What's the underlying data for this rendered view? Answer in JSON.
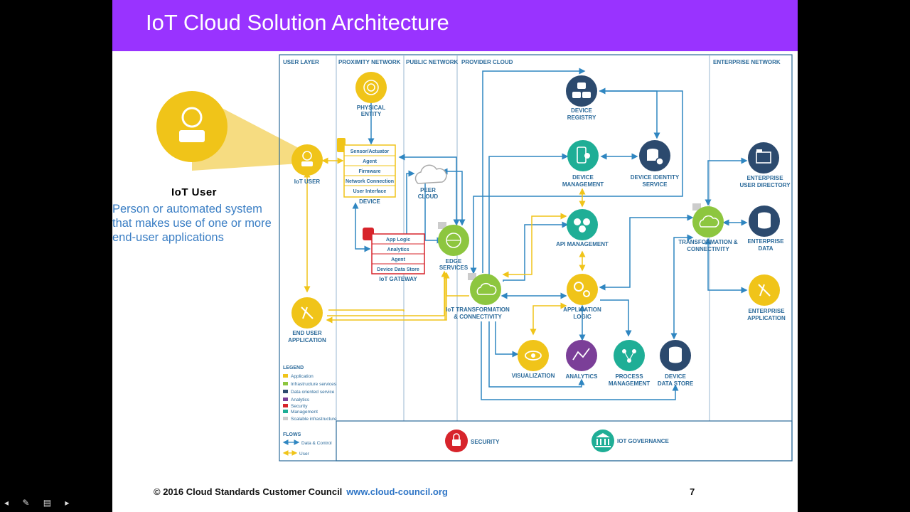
{
  "slide": {
    "title": "IoT Cloud Solution Architecture",
    "user_heading": "IoT User",
    "user_description": "Person or automated system that makes use of one or more end-user applications",
    "footer": "© 2016 Cloud Standards Customer Council",
    "footer_url": "www.cloud-council.org",
    "page_number": "7"
  },
  "columns": [
    "USER LAYER",
    "PROXIMITY NETWORK",
    "PUBLIC NETWORK",
    "PROVIDER CLOUD",
    "ENTERPRISE NETWORK"
  ],
  "device_box": {
    "items": [
      "Sensor/Actuator",
      "Agent",
      "Firmware",
      "Network Connection",
      "User Interface"
    ],
    "label": "DEVICE"
  },
  "gateway_box": {
    "items": [
      "App Logic",
      "Analytics",
      "Agent",
      "Device Data Store"
    ],
    "label": "IoT GATEWAY"
  },
  "nodes": {
    "physical_entity": [
      "PHYSICAL",
      "ENTITY"
    ],
    "iot_user": [
      "IoT USER"
    ],
    "peer_cloud": [
      "PEER",
      "CLOUD"
    ],
    "edge_services": [
      "EDGE",
      "SERVICES"
    ],
    "end_user_application": [
      "END USER",
      "APPLICATION"
    ],
    "device_registry": [
      "DEVICE",
      "REGISTRY"
    ],
    "device_management": [
      "DEVICE",
      "MANAGEMENT"
    ],
    "device_identity_service": [
      "DEVICE IDENTITY",
      "SERVICE"
    ],
    "api_management": [
      "API MANAGEMENT"
    ],
    "iot_transformation": [
      "IoT TRANSFORMATION",
      "& CONNECTIVITY"
    ],
    "application_logic": [
      "APPLICATION",
      "LOGIC"
    ],
    "visualization": [
      "VISUALIZATION"
    ],
    "analytics": [
      "ANALYTICS"
    ],
    "process_management": [
      "PROCESS",
      "MANAGEMENT"
    ],
    "device_data_store": [
      "DEVICE",
      "DATA STORE"
    ],
    "enterprise_user_directory": [
      "ENTERPRISE",
      "USER DIRECTORY"
    ],
    "transformation_connectivity": [
      "TRANSFORMATION &",
      "CONNECTIVITY"
    ],
    "enterprise_data": [
      "ENTERPRISE",
      "DATA"
    ],
    "enterprise_application": [
      "ENTERPRISE",
      "APPLICATION"
    ],
    "security": [
      "SECURITY"
    ],
    "iot_governance": [
      "IOT GOVERNANCE"
    ]
  },
  "legend": {
    "title": "LEGEND",
    "items": [
      {
        "label": "Application",
        "color": "#f0c419"
      },
      {
        "label": "Infrastructure services",
        "color": "#8dc63f"
      },
      {
        "label": "Data oriented service",
        "color": "#2c4a6e"
      },
      {
        "label": "Analytics",
        "color": "#7b3f98"
      },
      {
        "label": "Security",
        "color": "#d7242b"
      },
      {
        "label": "Management",
        "color": "#1fae96"
      },
      {
        "label": "Scalable infrastructure",
        "color": "#cccccc"
      }
    ],
    "flows_title": "FLOWS",
    "flows": [
      "Data & Control",
      "User"
    ]
  },
  "colors": {
    "title_bar": "#9933ff",
    "application": "#f0c419",
    "infrastructure": "#8dc63f",
    "data": "#2c4a6e",
    "analytics": "#7b3f98",
    "security": "#d7242b",
    "management": "#1fae96",
    "flow_data": "#2f86c1",
    "flow_user": "#f0c419"
  }
}
